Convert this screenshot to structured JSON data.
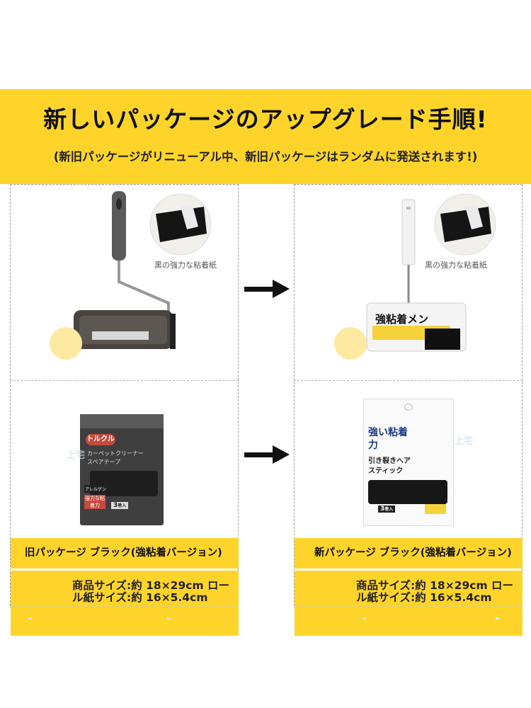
{
  "header": {
    "title": "新しいパッケージのアップグレード手順!",
    "subtitle": "(新旧パッケージがリニューアル中、新旧パッケージはランダムに発送されます!)"
  },
  "left": {
    "sticker_caption": "黒の強力な粘着紙",
    "package_name": "旧パッケージ ブラック(強粘着バージョン)",
    "spec_line1": "商品サイズ:約 18×29cm ロー",
    "spec_line2": "ル紙サイズ:約 16×5.4cm",
    "pack_brand": "トルクル",
    "pack_line1": "カーペットクリーナー",
    "pack_line2": "スペアテープ",
    "pack_tag1": "アレルゲン",
    "pack_tag2": "強力な粘着力",
    "pack_count": "3",
    "pack_count_unit": "巻入",
    "watermark": "上宅"
  },
  "right": {
    "sticker_caption": "黒の強力な粘着紙",
    "package_name": "新パッケージ ブラック(強粘着バージョン)",
    "spec_line1": "商品サイズ:約 18×29cm ロー",
    "spec_line2": "ル紙サイズ:約 16×5.4cm",
    "roller_text": "強粘着メン",
    "pack_line1": "強い粘着",
    "pack_line2": "力",
    "pack_line3": "引き裂きヘア",
    "pack_line4": "スティック",
    "pack_count": "3",
    "pack_count_unit": "巻入",
    "watermark": "上宅"
  },
  "colors": {
    "accent_yellow": "#fed42a",
    "arrow": "#111111"
  }
}
